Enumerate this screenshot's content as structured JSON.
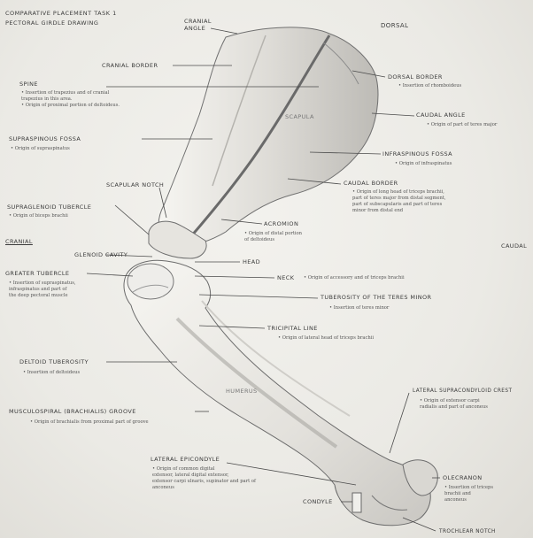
{
  "header": {
    "title_line1": "Comparative Placement Task 1",
    "title_line2": "Pectoral Girdle Drawing",
    "dorsal": "Dorsal"
  },
  "directions": {
    "cranial": "Cranial",
    "caudal": "Caudal"
  },
  "labels": {
    "cranial_angle": "Cranial\nangle",
    "cranial_border": "Cranial Border",
    "spine": "Spine",
    "spine_note": "• Insertion of trapezius and of cranial\n  trapezius in this area.\n• Origin of proximal portion of deltoideus.",
    "supraspinous_fossa": "Supraspinous fossa",
    "supraspinous_note": "• Origin of supraspinatus",
    "scapular_notch": "Scapular notch",
    "supraglenoid_tubercle": "Supraglenoid tubercle",
    "supraglenoid_note": "• Origin of biceps brachii",
    "glenoid_cavity": "Glenoid cavity",
    "greater_tubercle": "Greater tubercle",
    "greater_note": "• Insertion of supraspinatus,\n  infraspinatus and part of\n  the deep pectoral muscle",
    "deltoid_tuberosity": "Deltoid tuberosity",
    "deltoid_note": "• Insertion of deltoideus",
    "musculospiral": "Musculospiral (brachialis) groove",
    "musculospiral_note": "• Origin of brachialis from proximal part of groove",
    "lateral_epicondyle": "Lateral epicondyle",
    "lateral_epi_note": "• Origin of common digital\n  extensor, lateral digital extensor,\n  extensor carpi ulnaris, supinator and part of\n  anconeus",
    "dorsal_border": "Dorsal border",
    "dorsal_border_note": "• Insertion of rhomboideus",
    "caudal_angle": "Caudal angle",
    "caudal_angle_note": "• Origin of part of teres major",
    "scapula": "Scapula",
    "infraspinous_fossa": "Infraspinous fossa",
    "infraspinous_note": "• Origin of infraspinatus",
    "caudal_border": "Caudal border",
    "caudal_border_note": "• Origin of long head of triceps brachii,\n  part of teres major from distal segment,\n  part of subscapularis and part of teres\n  minor from distal end",
    "acromion": "Acromion",
    "acromion_note": "• Origin of distal portion\n  of deltoideus",
    "head": "Head",
    "neck": "Neck",
    "neck_note": "• Origin of accessory and of triceps brachii",
    "teres_tuberosity": "Tuberosity of the teres minor",
    "teres_note": "• Insertion of teres minor",
    "tricipital_line": "Tricipital line",
    "tricipital_note": "• Origin of lateral head of triceps brachii",
    "humerus": "Humerus",
    "lateral_supracondyloid": "Lateral supracondyloid crest",
    "lateral_supra_note": "• Origin of extensor carpi\n  radialis and part of anconeus",
    "olecranon": "Olecranon",
    "olecranon_note": "• Insertion of triceps\n  brachii and\n  anconeus",
    "condyle": "Condyle",
    "trochlear_notch": "Trochlear notch"
  }
}
